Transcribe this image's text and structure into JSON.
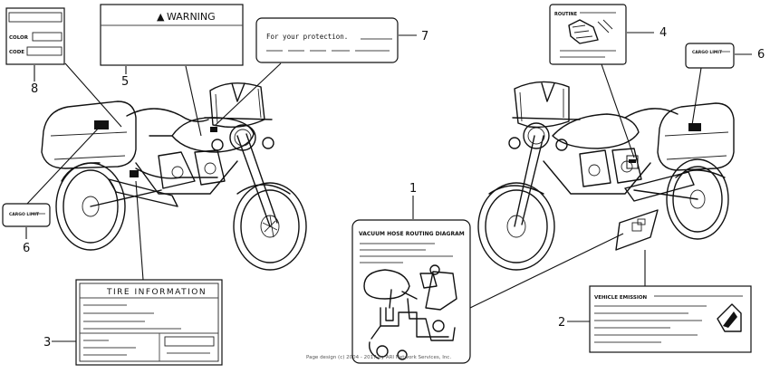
{
  "labels": {
    "color_code": {
      "color_label": "COLOR",
      "code_label": "CODE",
      "callout": "8"
    },
    "warning": {
      "title": "WARNING",
      "callout": "5"
    },
    "protection": {
      "text": "For your protection.",
      "callout": "7"
    },
    "tire_info": {
      "title": "TIRE INFORMATION",
      "callout": "3"
    },
    "cargo_limit_left": {
      "text": "CARGO LIMIT",
      "callout": "6"
    },
    "cargo_limit_right": {
      "text": "CARGO LIMIT",
      "callout": "6"
    },
    "vacuum_hose": {
      "title": "VACUUM HOSE ROUTING DIAGRAM",
      "callout": "1"
    },
    "routine_maintenance": {
      "title": "ROUTINE",
      "callout": "4"
    },
    "vehicle_emission": {
      "title": "VEHICLE EMISSION",
      "callout": "2"
    }
  },
  "footer": {
    "copyright": "Page design (c) 2004 - 2017 by ARI Network Services, Inc."
  }
}
